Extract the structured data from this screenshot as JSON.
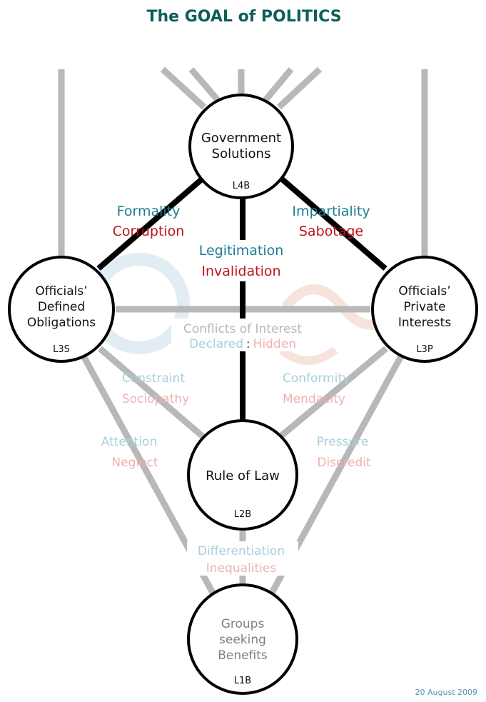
{
  "title": "The GOAL of POLITICS",
  "date": "20 August 2009",
  "colors": {
    "title": "#0e5e5b",
    "blue_strong": "#1a7d94",
    "red_strong": "#c0121c",
    "blue_faint": "#a8cfdc",
    "red_faint": "#eeb0b0",
    "grey_line": "#b8b8b8",
    "black": "#000000",
    "date": "#5a8fb0",
    "watermark": "#dbe8f0"
  },
  "nodes": {
    "government": {
      "lines": [
        "Government",
        "Solutions"
      ],
      "code": "L4B"
    },
    "obligations": {
      "lines": [
        "Officials’",
        "Defined",
        "Obligations"
      ],
      "code": "L3S"
    },
    "interests": {
      "lines": [
        "Officials’",
        "Private",
        "Interests"
      ],
      "code": "L3P"
    },
    "law": {
      "lines": [
        "Rule of Law"
      ],
      "code": "L2B"
    },
    "groups": {
      "lines": [
        "Groups",
        "seeking",
        "Benefits"
      ],
      "code": "L1B"
    }
  },
  "labels": {
    "formality": "Formality",
    "corruption": "Corruption",
    "impartiality": "Impartiality",
    "sabotage": "Sabotage",
    "legitimation": "Legitimation",
    "invalidation": "Invalidation",
    "conflicts": "Conflicts of Interest",
    "declared": "Declared",
    "separator": ":",
    "hidden": "Hidden",
    "constraint": "Constraint",
    "sociopathy": "Sociopathy",
    "conformity": "Conformity",
    "mendacity": "Mendacity",
    "attention": "Attention",
    "neglect": "Neglect",
    "pressure": "Pressure",
    "discredit": "Discredit",
    "differentiation": "Differentiation",
    "inequalities": "Inequalities"
  }
}
